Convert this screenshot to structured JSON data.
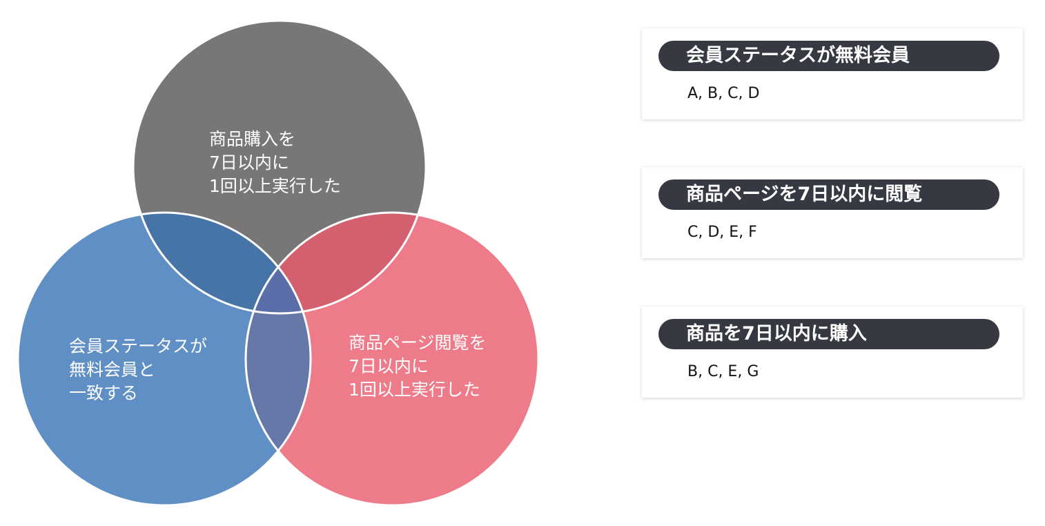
{
  "diagram": {
    "colors": {
      "circle_top": "#777777",
      "circle_left": "#5f8fc5",
      "circle_right": "#ee7b89",
      "overlap_top_left": "#4774a6",
      "overlap_top_right": "#d4606f",
      "overlap_left_right": "#6678a8",
      "overlap_center": "#5b6eaa",
      "outline": "#ffffff"
    },
    "circles": {
      "top": {
        "lines": [
          "商品購入を",
          "7日以内に",
          "1回以上実行した"
        ]
      },
      "left": {
        "lines": [
          "会員ステータスが",
          "無料会員と",
          "一致する"
        ]
      },
      "right": {
        "lines": [
          "商品ページ閲覧を",
          "7日以内に",
          "1回以上実行した"
        ]
      }
    }
  },
  "cards": [
    {
      "title": "会員ステータスが無料会員",
      "values": "A, B, C, D"
    },
    {
      "title": "商品ページを7日以内に閲覧",
      "values": "C, D, E, F"
    },
    {
      "title": "商品を7日以内に購入",
      "values": "B, C, E, G"
    }
  ]
}
